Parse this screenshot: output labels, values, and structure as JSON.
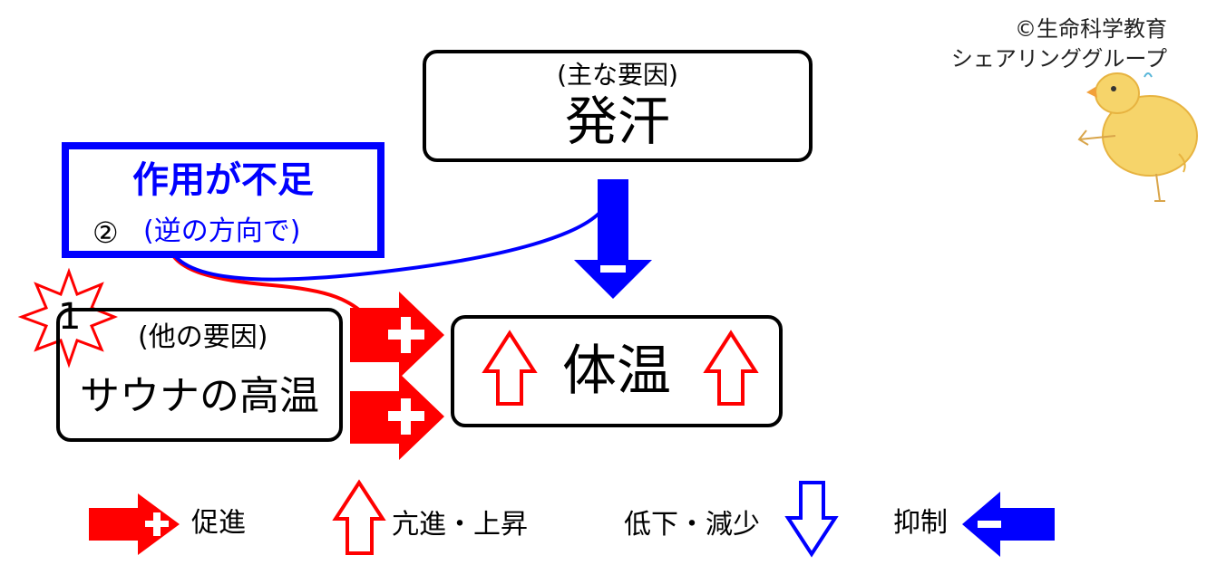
{
  "copyright": {
    "line1": "©生命科学教育",
    "line2": "シェアリンググループ"
  },
  "main_cause": {
    "subtitle": "(主な要因)",
    "title": "発汗"
  },
  "insufficient": {
    "title": "作用が不足",
    "number": "②",
    "subtitle": "(逆の方向で)"
  },
  "other_cause": {
    "badge": "1",
    "subtitle": "(他の要因)",
    "title": "サウナの高温"
  },
  "body_temp": {
    "title": "体温"
  },
  "legend": {
    "promote": "促進",
    "increase": "亢進・上昇",
    "decrease": "低下・減少",
    "inhibit": "抑制"
  },
  "colors": {
    "promote": "#ff0000",
    "inhibit": "#0000ff",
    "box_border": "#000000",
    "insufficient_border": "#0000ff",
    "insufficient_title": "#0000ff"
  },
  "icons": {
    "mascot": "chick-drawing-icon",
    "burst": "starburst-icon"
  }
}
